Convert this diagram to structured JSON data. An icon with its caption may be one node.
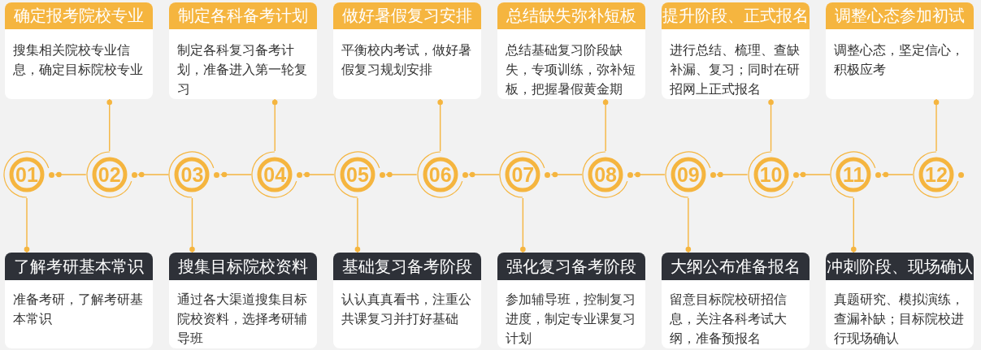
{
  "diagram": {
    "nodes": [
      {
        "text": [
          "01"
        ]
      },
      {
        "text": [
          "了解考研基本常识",
          "准备考研，了解考研基本常识"
        ]
      },
      {
        "text": [
          "02"
        ]
      },
      {
        "text": [
          "确定报考院校专业",
          "搜集相关院校专业信息，确定目标院校专业"
        ]
      },
      {
        "text": [
          "03"
        ]
      },
      {
        "text": [
          "搜集目标院校资料",
          "通过各大渠道搜集目标院校资料，选择考研辅导班"
        ]
      },
      {
        "text": [
          "04"
        ]
      },
      {
        "text": [
          "制定各科备考计划",
          "制定各科复习备考计划，准备进入第一轮复习"
        ]
      },
      {
        "text": [
          "05"
        ]
      },
      {
        "text": [
          "基础复习备考阶段",
          "认认真真看书，注重公共课复习并打好基础"
        ]
      },
      {
        "text": [
          "06"
        ]
      },
      {
        "text": [
          "做好暑假复习安排",
          "平衡校内考试，做好暑假复习规划安排"
        ]
      },
      {
        "text": [
          "07"
        ]
      },
      {
        "text": [
          "强化复习备考阶段",
          "参加辅导班，控制复习进度，制定专业课复习计划"
        ]
      },
      {
        "text": [
          "08"
        ]
      },
      {
        "text": [
          "总结缺失弥补短板",
          "总结基础复习阶段缺失，专项训练，弥补短板，把握暑假黄金期"
        ]
      },
      {
        "text": [
          "09"
        ]
      },
      {
        "text": [
          "大纲公布准备报名",
          "留意目标院校研招信息，关注各科考试大纲，准备预报名"
        ]
      },
      {
        "text": [
          "10"
        ]
      },
      {
        "text": [
          "提升阶段、正式报名",
          "进行总结、梳理、查缺补漏、复习；同时在研招网上正式报名"
        ]
      },
      {
        "text": [
          "11"
        ]
      },
      {
        "text": [
          "冲刺阶段、现场确认",
          "真题研究、模拟演练，查漏补缺；目标院校进行现场确认"
        ]
      },
      {
        "text": [
          "12"
        ]
      },
      {
        "text": [
          "调整心态参加初试",
          "调整心态，坚定信心，积极应考"
        ]
      }
    ],
    "edges": [
      {
        "from": 0,
        "to": 1,
        "arrow": "other"
      },
      {
        "from": 0,
        "to": 2,
        "arrow": "other"
      },
      {
        "from": 2,
        "to": 3,
        "arrow": "other"
      },
      {
        "from": 2,
        "to": 4,
        "arrow": "other"
      },
      {
        "from": 4,
        "to": 5,
        "arrow": "other"
      },
      {
        "from": 4,
        "to": 6,
        "arrow": "other"
      },
      {
        "from": 6,
        "to": 7,
        "arrow": "other"
      },
      {
        "from": 6,
        "to": 8,
        "arrow": "other"
      },
      {
        "from": 8,
        "to": 9,
        "arrow": "other"
      },
      {
        "from": 8,
        "to": 10,
        "arrow": "other"
      },
      {
        "from": 10,
        "to": 11,
        "arrow": "other"
      },
      {
        "from": 10,
        "to": 12,
        "arrow": "other"
      },
      {
        "from": 12,
        "to": 13,
        "arrow": "other"
      },
      {
        "from": 12,
        "to": 14,
        "arrow": "other"
      },
      {
        "from": 14,
        "to": 15,
        "arrow": "other"
      },
      {
        "from": 14,
        "to": 16,
        "arrow": "other"
      },
      {
        "from": 16,
        "to": 17,
        "arrow": "other"
      },
      {
        "from": 16,
        "to": 18,
        "arrow": "other"
      },
      {
        "from": 18,
        "to": 19,
        "arrow": "other"
      },
      {
        "from": 18,
        "to": 20,
        "arrow": "other"
      },
      {
        "from": 20,
        "to": 21,
        "arrow": "other"
      },
      {
        "from": 20,
        "to": 22,
        "arrow": "other"
      },
      {
        "from": 22,
        "to": 23,
        "arrow": "other"
      }
    ]
  }
}
